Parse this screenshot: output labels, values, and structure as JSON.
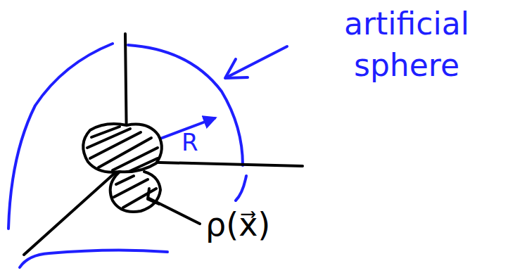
{
  "diagram": {
    "labels": [
      "artificial sphere",
      "R",
      "ρ(x⃗)"
    ]
  }
}
